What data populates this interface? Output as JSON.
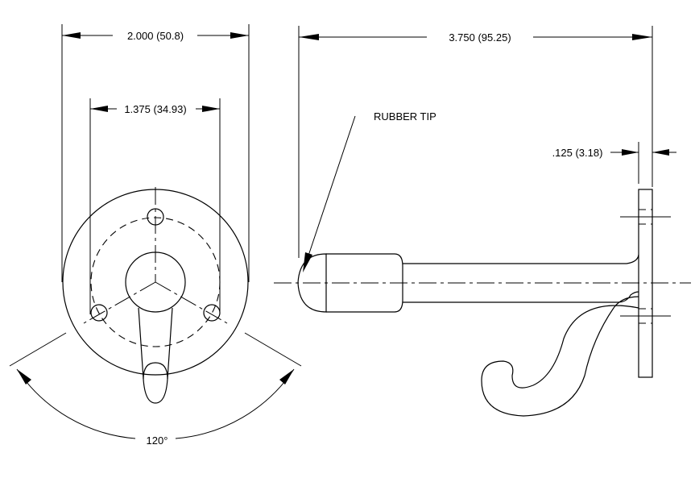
{
  "dimensions": {
    "overall_width": "2.000 (50.8)",
    "hole_spacing": "1.375 (34.93)",
    "overall_length": "3.750 (95.25)",
    "plate_thickness": ".125 (3.18)",
    "angle": "120°"
  },
  "callouts": {
    "tip": "RUBBER TIP"
  }
}
